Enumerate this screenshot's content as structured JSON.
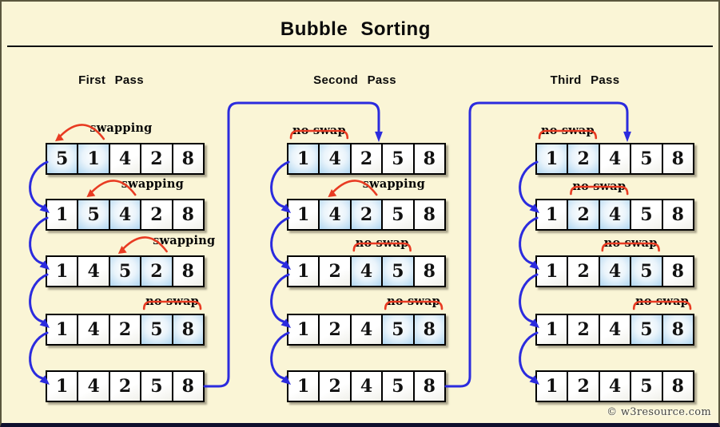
{
  "title": "Bubble  Sorting",
  "watermark": "© w3resource.com",
  "colors": {
    "background": "#FAF5D6",
    "frame_border": "#5A563E",
    "bottom_border": "#0F0F2D",
    "connector_blue": "#2B2BDE",
    "swap_red": "#E83B22",
    "cell_border": "#000000",
    "highlight_blue": "#8FC2E8"
  },
  "passes": [
    {
      "title": "First  Pass",
      "rows": [
        {
          "values": [
            5,
            1,
            4,
            2,
            8
          ],
          "highlight": [
            0,
            1
          ],
          "label": "swapping"
        },
        {
          "values": [
            1,
            5,
            4,
            2,
            8
          ],
          "highlight": [
            1,
            2
          ],
          "label": "swapping"
        },
        {
          "values": [
            1,
            4,
            5,
            2,
            8
          ],
          "highlight": [
            2,
            3
          ],
          "label": "swapping"
        },
        {
          "values": [
            1,
            4,
            2,
            5,
            8
          ],
          "highlight": [
            3,
            4
          ],
          "label": "no swap"
        },
        {
          "values": [
            1,
            4,
            2,
            5,
            8
          ],
          "highlight": null,
          "label": null
        }
      ]
    },
    {
      "title": "Second  Pass",
      "rows": [
        {
          "values": [
            1,
            4,
            2,
            5,
            8
          ],
          "highlight": [
            0,
            1
          ],
          "label": "no swap"
        },
        {
          "values": [
            1,
            4,
            2,
            5,
            8
          ],
          "highlight": [
            1,
            2
          ],
          "label": "swapping"
        },
        {
          "values": [
            1,
            2,
            4,
            5,
            8
          ],
          "highlight": [
            2,
            3
          ],
          "label": "no swap"
        },
        {
          "values": [
            1,
            2,
            4,
            5,
            8
          ],
          "highlight": [
            3,
            4
          ],
          "label": "no swap"
        },
        {
          "values": [
            1,
            2,
            4,
            5,
            8
          ],
          "highlight": null,
          "label": null
        }
      ]
    },
    {
      "title": "Third  Pass",
      "rows": [
        {
          "values": [
            1,
            2,
            4,
            5,
            8
          ],
          "highlight": [
            0,
            1
          ],
          "label": "no swap"
        },
        {
          "values": [
            1,
            2,
            4,
            5,
            8
          ],
          "highlight": [
            1,
            2
          ],
          "label": "no swap"
        },
        {
          "values": [
            1,
            2,
            4,
            5,
            8
          ],
          "highlight": [
            2,
            3
          ],
          "label": "no swap"
        },
        {
          "values": [
            1,
            2,
            4,
            5,
            8
          ],
          "highlight": [
            3,
            4
          ],
          "label": "no swap"
        },
        {
          "values": [
            1,
            2,
            4,
            5,
            8
          ],
          "highlight": null,
          "label": null
        }
      ]
    }
  ]
}
